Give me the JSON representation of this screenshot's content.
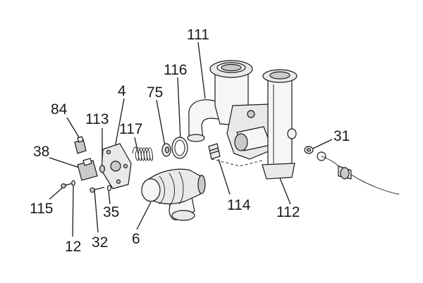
{
  "labels": {
    "l111": "111",
    "l116": "116",
    "l4": "4",
    "l75": "75",
    "l84": "84",
    "l113": "113",
    "l117": "117",
    "l38": "38",
    "l31": "31",
    "l115": "115",
    "l35": "35",
    "l114": "114",
    "l112": "112",
    "l12": "12",
    "l32": "32",
    "l6": "6"
  }
}
